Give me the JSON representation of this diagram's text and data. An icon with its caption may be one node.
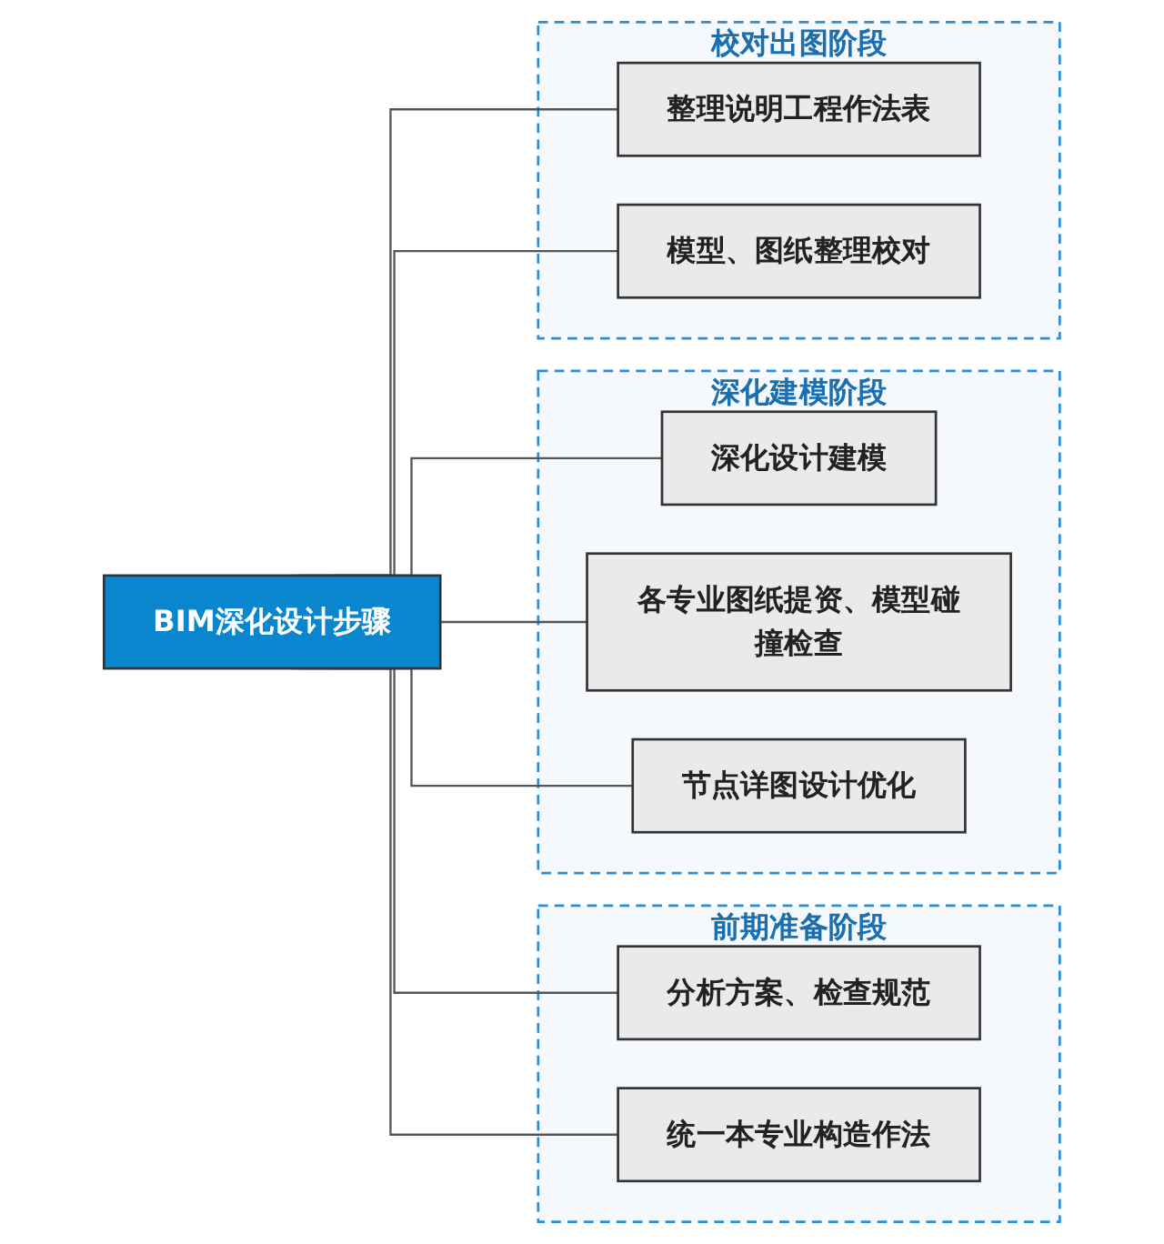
{
  "diagram": {
    "nodes": [
      {
        "text": [
          "BIM深化设计步骤"
        ]
      },
      {
        "text": [
          "前期准备阶段"
        ]
      },
      {
        "text": [
          "分析方案、检查规范"
        ],
        "in": 1
      },
      {
        "text": [
          "统一本专业构造作法"
        ],
        "in": 1
      },
      {
        "text": [
          "深化建模阶段"
        ]
      },
      {
        "text": [
          "深化设计建模"
        ],
        "in": 4
      },
      {
        "text": [
          "各专业图纸提资、模型碰撞检查"
        ],
        "in": 4
      },
      {
        "text": [
          "节点详图设计优化"
        ],
        "in": 4
      },
      {
        "text": [
          "校对出图阶段"
        ]
      },
      {
        "text": [
          "整理说明工程作法表"
        ],
        "in": 8
      },
      {
        "text": [
          "模型、图纸整理校对"
        ],
        "in": 8
      }
    ],
    "edges": [
      {
        "from": 0,
        "to": 2,
        "arrow": "none"
      },
      {
        "from": 0,
        "to": 3,
        "arrow": "none"
      },
      {
        "from": 0,
        "to": 5,
        "arrow": "none"
      },
      {
        "from": 0,
        "to": 6,
        "arrow": "none"
      },
      {
        "from": 0,
        "to": 7,
        "arrow": "none"
      },
      {
        "from": 0,
        "to": 9,
        "arrow": "none"
      },
      {
        "from": 0,
        "to": 10,
        "arrow": "none"
      }
    ]
  }
}
